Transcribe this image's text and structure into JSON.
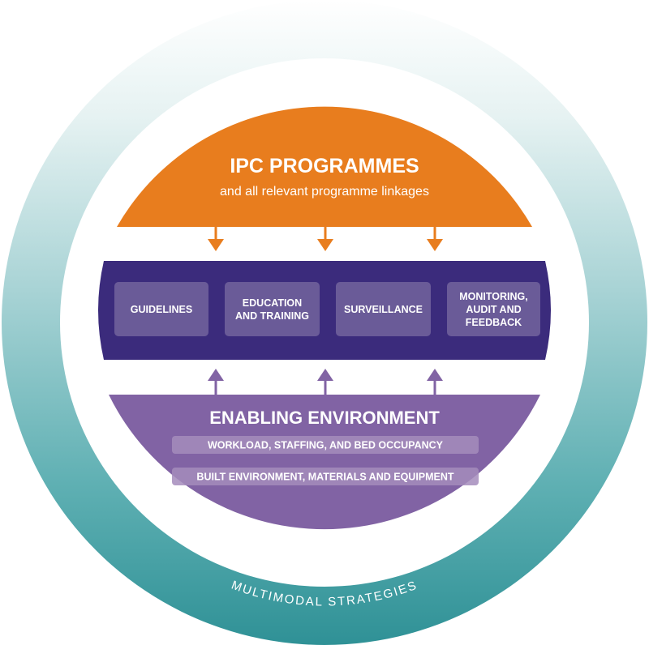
{
  "colors": {
    "orange": "#e87d1e",
    "navy": "#3b2b7c",
    "purple": "#8163a4",
    "teal": "#3a9aa0",
    "box": "#6a5b98",
    "pill": "#a48cbc"
  },
  "ipc": {
    "title": "IPC PROGRAMMES",
    "subtitle": "and all relevant programme linkages"
  },
  "core": {
    "boxes": [
      {
        "lines": [
          "GUIDELINES"
        ]
      },
      {
        "lines": [
          "EDUCATION",
          "AND TRAINING"
        ]
      },
      {
        "lines": [
          "SURVEILLANCE"
        ]
      },
      {
        "lines": [
          "MONITORING,",
          "AUDIT AND",
          "FEEDBACK"
        ]
      }
    ]
  },
  "enabling": {
    "title": "ENABLING ENVIRONMENT",
    "items": [
      "WORKLOAD, STAFFING, AND BED OCCUPANCY",
      "BUILT ENVIRONMENT, MATERIALS AND EQUIPMENT"
    ]
  },
  "ring": {
    "label": "MULTIMODAL STRATEGIES"
  },
  "icons": {
    "down_arrows": [
      "arrow-down-icon",
      "arrow-down-icon",
      "arrow-down-icon"
    ],
    "up_arrows": [
      "arrow-up-icon",
      "arrow-up-icon",
      "arrow-up-icon"
    ]
  }
}
